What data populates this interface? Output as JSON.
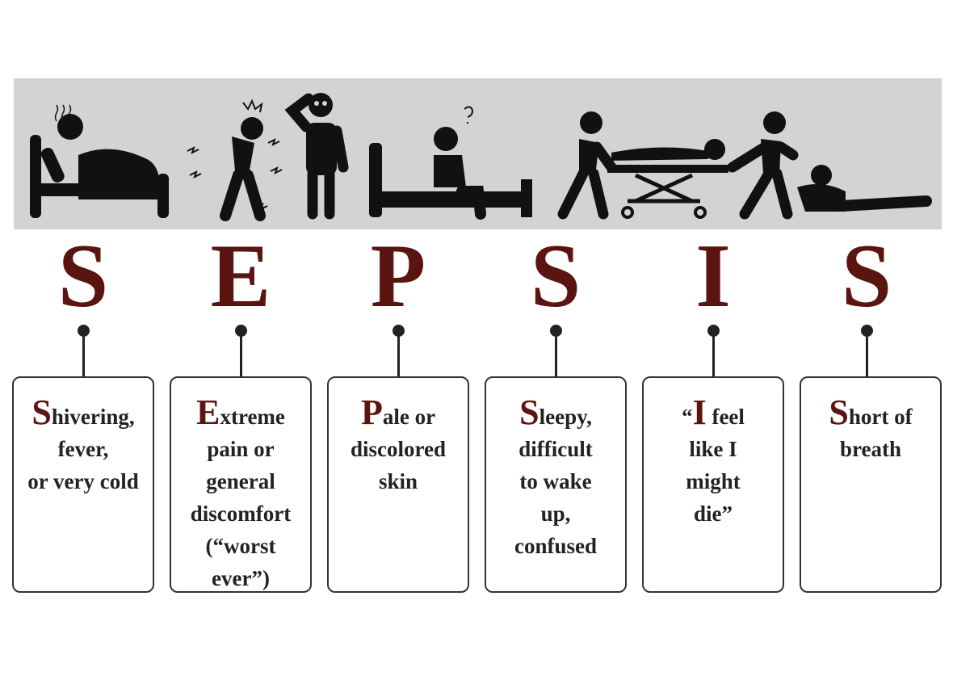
{
  "colors": {
    "band": "#d3d3d3",
    "accent": "#5a1510",
    "ink": "#111111"
  },
  "pictograms": [
    "person-in-bed-fever-icon",
    "person-in-pain-icon",
    "person-shocked-icon",
    "person-confused-sitting-on-bed-icon",
    "person-pushing-stretcher-icon",
    "person-collapsed-icon"
  ],
  "letters": [
    "S",
    "E",
    "P",
    "S",
    "I",
    "S"
  ],
  "cards": [
    {
      "prefix": "",
      "initial": "S",
      "first_rest": "hivering,",
      "lines": [
        "fever,",
        "or very cold"
      ]
    },
    {
      "prefix": "",
      "initial": "E",
      "first_rest": "xtreme",
      "lines": [
        "pain or",
        "general",
        "discomfort",
        "(“worst",
        "ever”)"
      ]
    },
    {
      "prefix": "",
      "initial": "P",
      "first_rest": "ale or",
      "lines": [
        "discolored",
        "skin"
      ]
    },
    {
      "prefix": "",
      "initial": "S",
      "first_rest": "leepy,",
      "lines": [
        "difficult",
        "to wake",
        "up,",
        "confused"
      ]
    },
    {
      "prefix": "“",
      "initial": "I",
      "first_rest": " feel",
      "lines": [
        "like I",
        "might",
        "die”"
      ]
    },
    {
      "prefix": "",
      "initial": "S",
      "first_rest": "hort of",
      "lines": [
        "breath"
      ]
    }
  ]
}
